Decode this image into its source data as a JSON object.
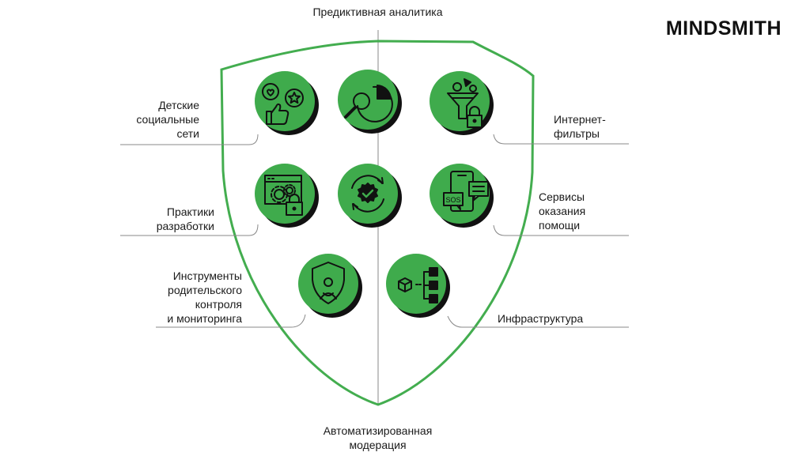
{
  "brand": {
    "logo_text": "MINDSMITH"
  },
  "colors": {
    "accent_green": "#3fab4c",
    "shield_stroke": "#43ad4f",
    "ink": "#111111",
    "line_gray": "#8a8a8a"
  },
  "labels": {
    "top": "Предиктивная аналитика",
    "kids_social": "Детские\nсоциальные\nсети",
    "internet_filters": "Интернет-\nфильтры",
    "dev_practices": "Практики\nразработки",
    "help_services": "Сервисы\nоказания\nпомощи",
    "parental_tools": "Инструменты\nродительского\nконтроля\nи мониторинга",
    "infrastructure": "Инфраструктура",
    "bottom": "Автоматизированная\nмодерация"
  },
  "icons": {
    "kids_social": "thumbs-up-heart-star-icon",
    "predictive": "magnifier-pie-chart-icon",
    "filters": "funnel-lock-icon",
    "dev": "browser-gear-lock-icon",
    "moderation": "refresh-badge-check-icon",
    "help": "phone-sos-chat-icon",
    "parental": "shield-person-icon",
    "infra": "cubes-network-icon"
  },
  "icon_texts": {
    "sos": "SOS"
  }
}
